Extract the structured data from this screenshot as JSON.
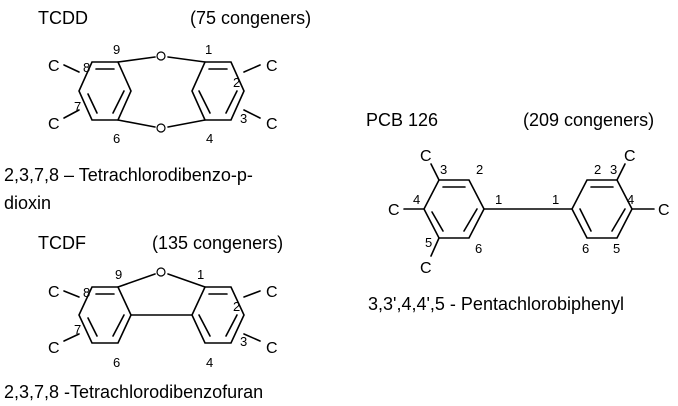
{
  "tcdd": {
    "abbrev": "TCDD",
    "congeners": "(75 congeners)",
    "name_line1": "2,3,7,8 – Tetrachlorodibenzo-p-",
    "name_line2": "dioxin",
    "substituent": "C",
    "positions": [
      "8",
      "9",
      "1",
      "2",
      "7",
      "6",
      "4",
      "3"
    ]
  },
  "tcdf": {
    "abbrev": "TCDF",
    "congeners": "(135 congeners)",
    "name": "2,3,7,8 -Tetrachlorodibenzofuran",
    "substituent": "C",
    "positions": [
      "8",
      "9",
      "1",
      "2",
      "7",
      "6",
      "4",
      "3"
    ]
  },
  "pcb": {
    "abbrev": "PCB 126",
    "congeners": "(209 congeners)",
    "name": "3,3',4,4',5 - Pentachlorobiphenyl",
    "substituent": "C",
    "left_positions": [
      "3",
      "2",
      "4",
      "1",
      "5",
      "6"
    ],
    "right_positions": [
      "1",
      "2",
      "3",
      "4",
      "5",
      "6"
    ]
  }
}
